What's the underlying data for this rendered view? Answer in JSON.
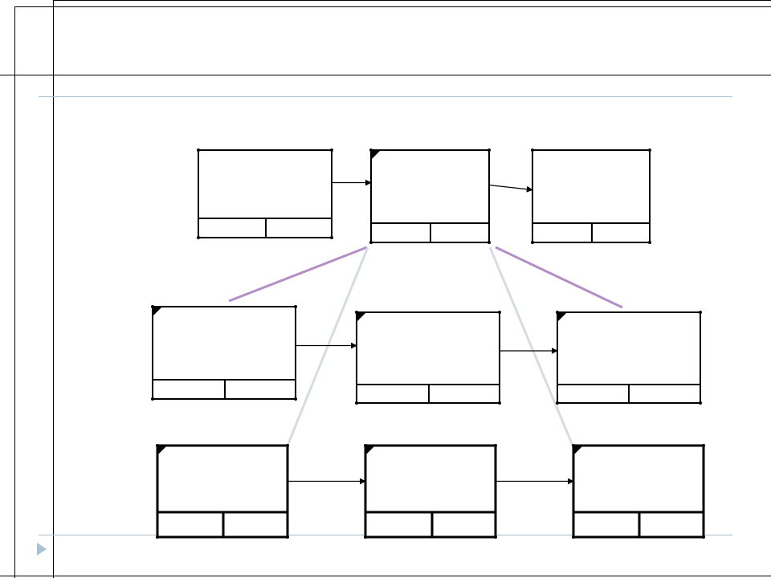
{
  "slide": {
    "title": "",
    "accent_color": "#a9c2d6",
    "rule_color": "#a9bfcf"
  },
  "diagram": {
    "type": "flow-chart",
    "nodes": [
      {
        "id": "top-left",
        "row": 1,
        "label": "",
        "cells": [
          "",
          ""
        ],
        "corner_mark": false
      },
      {
        "id": "top-center",
        "row": 1,
        "label": "",
        "cells": [
          "",
          ""
        ],
        "corner_mark": true
      },
      {
        "id": "top-right",
        "row": 1,
        "label": "",
        "cells": [
          "",
          ""
        ],
        "corner_mark": false
      },
      {
        "id": "mid-left",
        "row": 2,
        "label": "",
        "cells": [
          "",
          ""
        ],
        "corner_mark": true
      },
      {
        "id": "mid-center",
        "row": 2,
        "label": "",
        "cells": [
          "",
          ""
        ],
        "corner_mark": true
      },
      {
        "id": "mid-right",
        "row": 2,
        "label": "",
        "cells": [
          "",
          ""
        ],
        "corner_mark": true
      },
      {
        "id": "bottom-left",
        "row": 3,
        "label": "",
        "cells": [
          "",
          ""
        ],
        "corner_mark": true
      },
      {
        "id": "bottom-center",
        "row": 3,
        "label": "",
        "cells": [
          "",
          ""
        ],
        "corner_mark": true
      },
      {
        "id": "bottom-right",
        "row": 3,
        "label": "",
        "cells": [
          "",
          ""
        ],
        "corner_mark": true
      }
    ],
    "arrows": [
      {
        "from": "top-left",
        "to": "top-center"
      },
      {
        "from": "top-center",
        "to": "top-right"
      },
      {
        "from": "mid-left",
        "to": "mid-center"
      },
      {
        "from": "mid-center",
        "to": "mid-right"
      },
      {
        "from": "bottom-left",
        "to": "bottom-center"
      },
      {
        "from": "bottom-center",
        "to": "bottom-right"
      }
    ],
    "expansions": [
      {
        "from": "top-center",
        "to": "mid-row",
        "color": "#b48fc7"
      },
      {
        "from": "top-center",
        "to": "bottom-row",
        "color": "#d3dde3"
      }
    ]
  }
}
